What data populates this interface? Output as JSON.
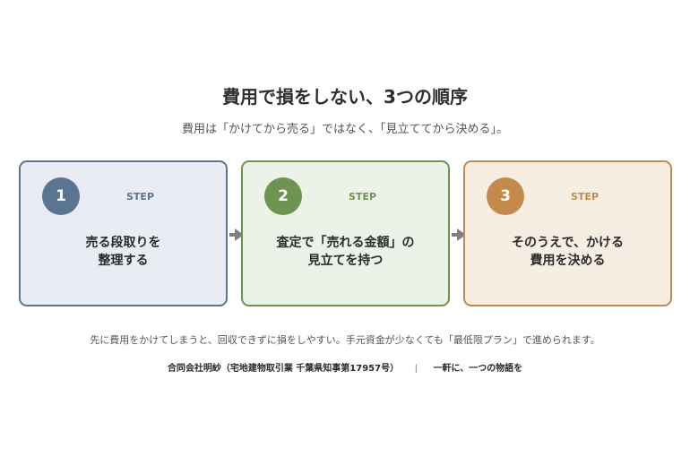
{
  "header": {
    "title": "費用で損をしない、3つの順序",
    "subtitle": "費用は「かけてから売る」ではなく、「見立ててから決める」。"
  },
  "steps": [
    {
      "number": "1",
      "step_label": "STEP",
      "line1": "売る段取りを",
      "line2": "整理する",
      "color": "#5b7491"
    },
    {
      "number": "2",
      "step_label": "STEP",
      "line1": "査定で「売れる金額」の",
      "line2": "見立てを持つ",
      "color": "#6f9452"
    },
    {
      "number": "3",
      "step_label": "STEP",
      "line1": "そのうえで、かける",
      "line2": "費用を決める",
      "color": "#c38a4c"
    }
  ],
  "note": "先に費用をかけてしまうと、回収できずに損をしやすい。手元資金が少なくても「最低限プラン」で進められます。",
  "footer": {
    "company": "合同会社明紗（宅地建物取引業 千葉県知事第17957号）",
    "separator": "|",
    "tagline": "一軒に、一つの物語を"
  },
  "colors": {
    "arrow": "#808080"
  }
}
